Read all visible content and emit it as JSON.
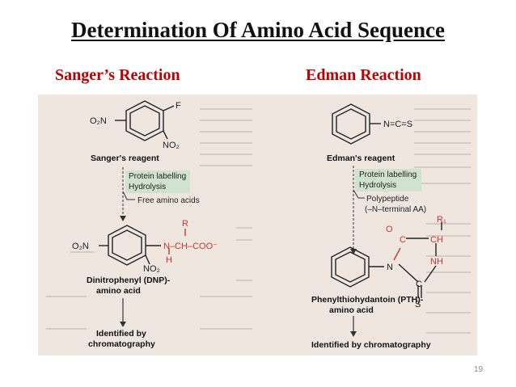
{
  "slide": {
    "title": "Determination Of Amino Acid Sequence",
    "left_heading": "Sanger’s Reaction",
    "right_heading": "Edman Reaction",
    "page_number": "19"
  },
  "sanger": {
    "o2n": "O₂N",
    "f": "F",
    "no2_top": "NO₂",
    "reagent": "Sanger's reagent",
    "step1": "Protein labelling",
    "step2": "Hydrolysis",
    "free": "Free amino acids",
    "r": "R",
    "chain": "N–CH–COO⁻",
    "h": "H",
    "o2n_bottom": "O₂N",
    "no2_bottom": "NO₂",
    "product1": "Dinitrophenyl (DNP)-",
    "product2": "amino acid",
    "identified1": "Identified by",
    "identified2": "chromatography"
  },
  "edman": {
    "ncs": "N=C=S",
    "reagent": "Edman's reagent",
    "step1": "Protein labelling",
    "step2": "Hydrolysis",
    "poly1": "Polypeptide",
    "poly2": "(–N–terminal AA)",
    "r1": "R₁",
    "o": "O",
    "c1": "C",
    "ch": "CH",
    "n": "N",
    "nh": "NH",
    "c2": "C",
    "s": "S",
    "product1": "Phenylthiohydantoin (PTH)-",
    "product2": "amino acid",
    "identified": "Identified by chromatography"
  }
}
